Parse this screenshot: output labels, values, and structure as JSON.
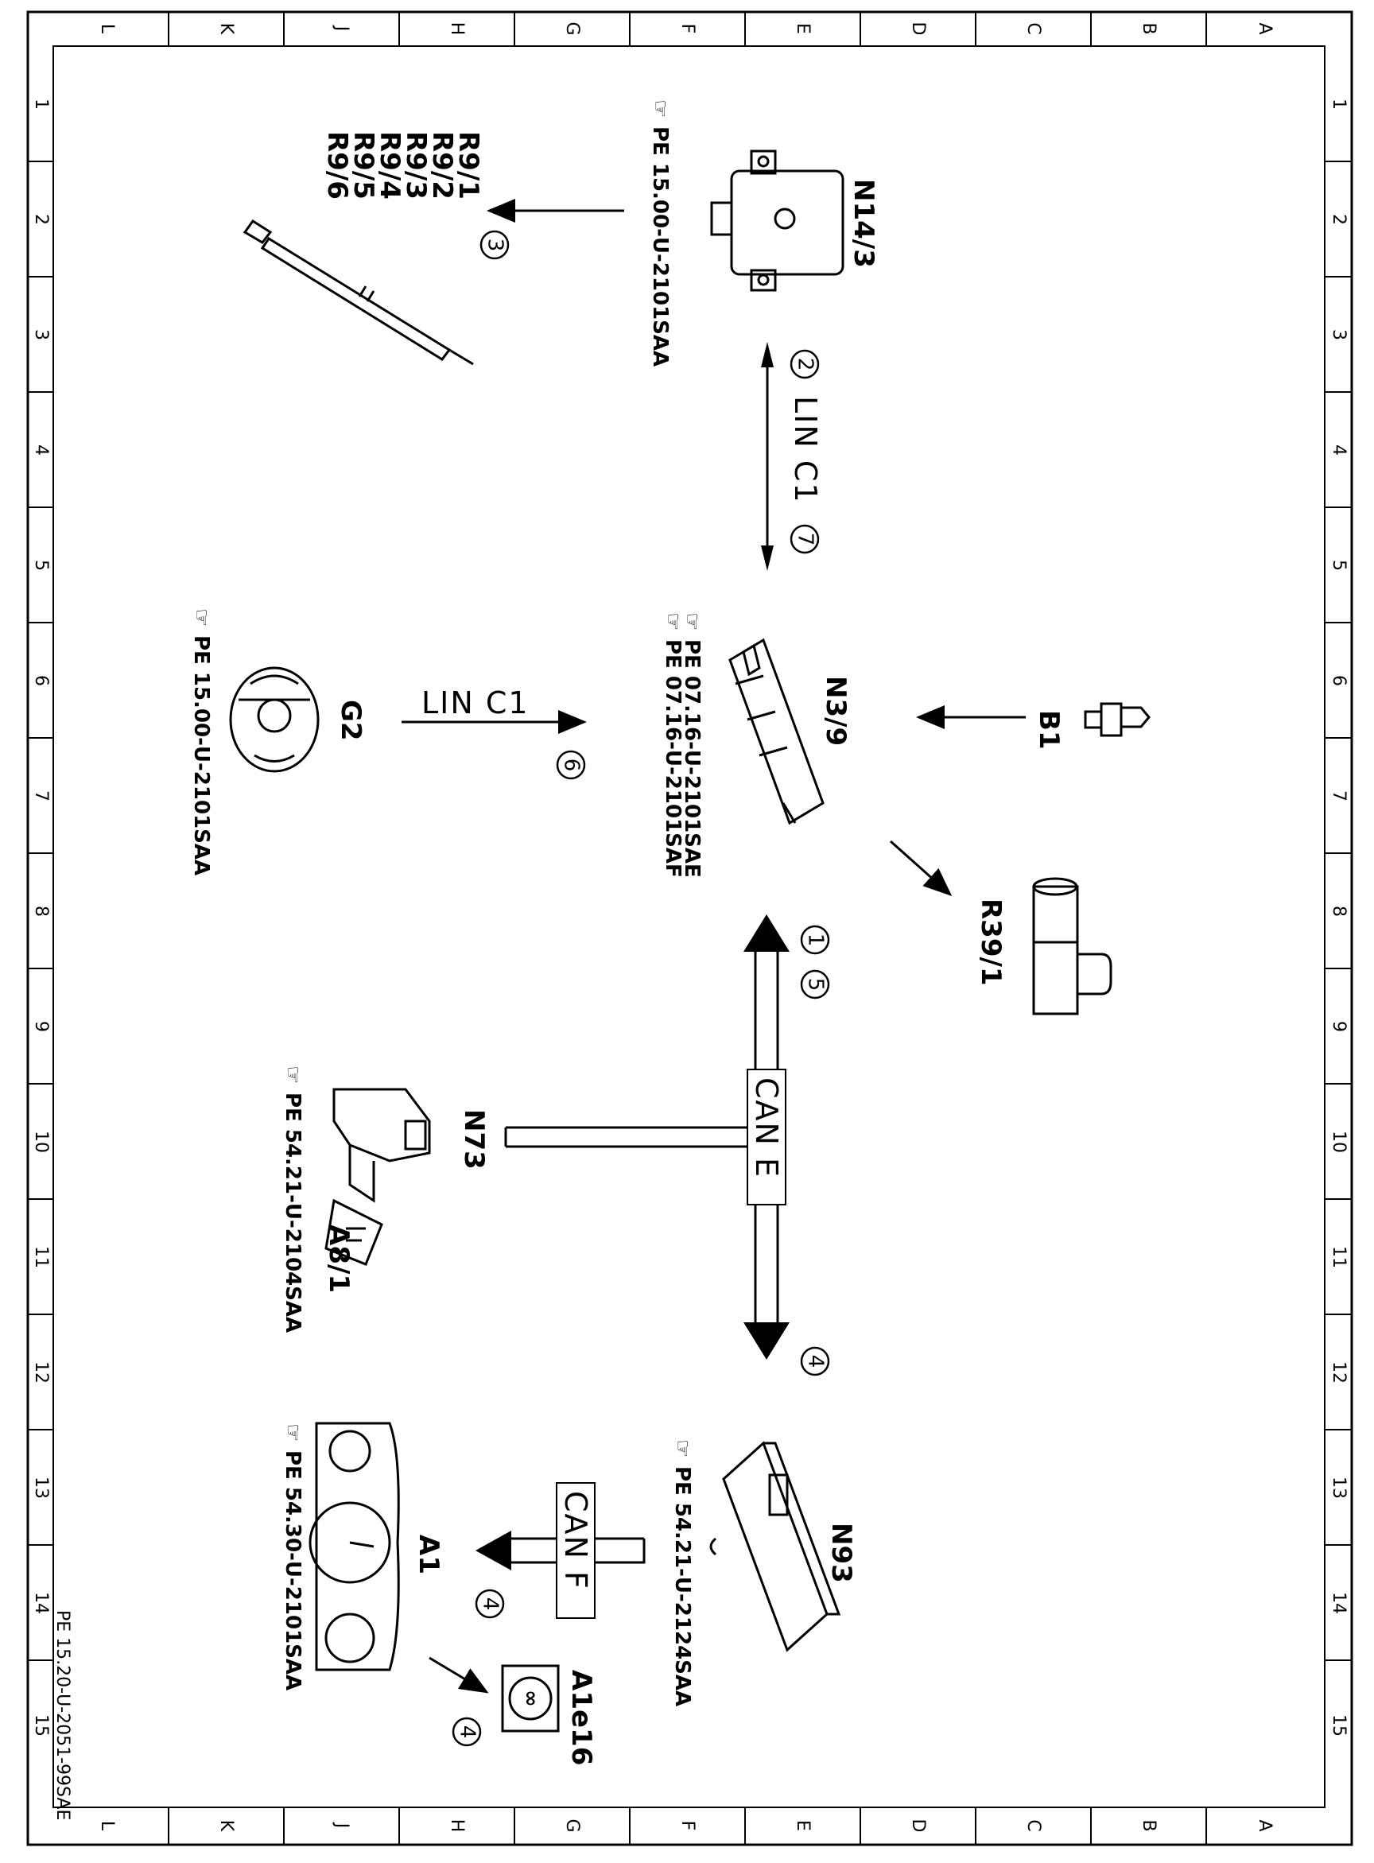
{
  "grid": {
    "letters": [
      "L",
      "K",
      "J",
      "H",
      "G",
      "F",
      "E",
      "D",
      "C",
      "B",
      "A"
    ],
    "numbers": [
      "1",
      "2",
      "3",
      "4",
      "5",
      "6",
      "7",
      "8",
      "9",
      "10",
      "11",
      "12",
      "13",
      "14",
      "15"
    ]
  },
  "components": {
    "n14_3": "N14/3",
    "n3_9": "N3/9",
    "b1": "B1",
    "r39_1": "R39/1",
    "g2": "G2",
    "n73": "N73",
    "a8_1": "A8/1",
    "n93": "N93",
    "a1": "A1",
    "a1e16": "A1e16",
    "r9": [
      "R9/1",
      "R9/2",
      "R9/3",
      "R9/4",
      "R9/5",
      "R9/6"
    ]
  },
  "refs": {
    "n14_3": "PE 15.00-U-2101SAA",
    "n3_9_a": "PE 07.16-U-2101SAE",
    "n3_9_b": "PE 07.16-U-2101SAF",
    "g2": "PE 15.00-U-2101SAA",
    "a8_1": "PE 54.21-U-2104SAA",
    "n93": "PE 54.21-U-2124SAA",
    "a1": "PE 54.30-U-2101SAA"
  },
  "buses": {
    "lin_top": "LIN C1",
    "lin_mid": "LIN C1",
    "can_e": "CAN E",
    "can_f": "CAN F"
  },
  "circles": {
    "c1": "1",
    "c2": "2",
    "c3": "3",
    "c4a": "4",
    "c4b": "4",
    "c4c": "4",
    "c5": "5",
    "c6": "6",
    "c7": "7"
  },
  "stamp": "PE 15.20-U-2051-99SAE"
}
